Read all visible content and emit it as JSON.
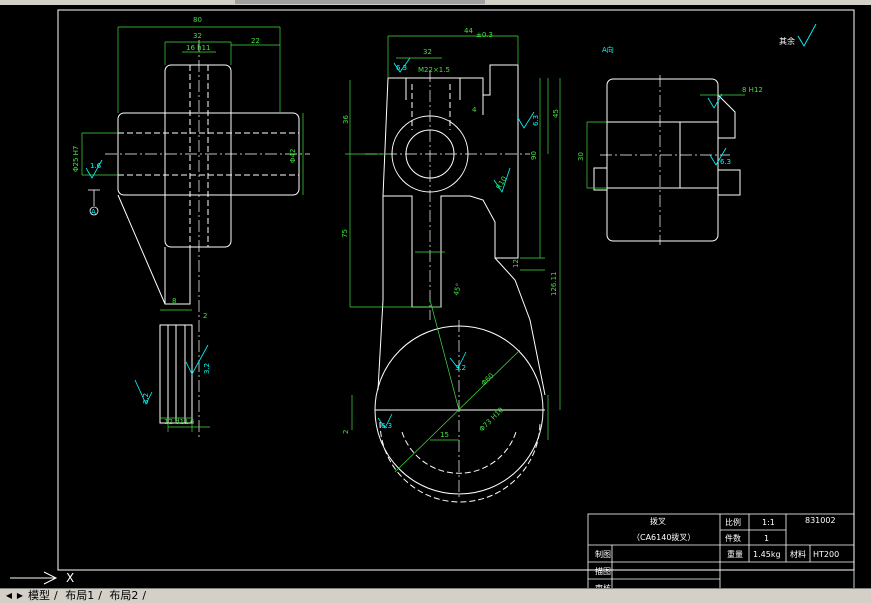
{
  "drawing": {
    "view_label": "A向",
    "roughness_other": "其余",
    "dims_left": {
      "overall_width": "80",
      "width_32": "32",
      "bore_16": "16 h11",
      "right_22": "22",
      "bore_25": "Φ25 H7",
      "ra_16": "1.6",
      "datum": "A",
      "dia_42": "Φ42",
      "gap_8": "8",
      "gap_2": "2",
      "ra_32a": "3.2",
      "ra_32b": "3.2",
      "slot_12": "12 d11",
      "slot_6": "6"
    },
    "dims_center": {
      "dim_44": "44",
      "tol_03": "±0.3",
      "dim_32": "32",
      "thread": "M22×1.5",
      "ra_63a": "6.3",
      "dim_4": "4",
      "ra_63b": "6.3",
      "dim_45": "45",
      "dim_36": "36",
      "dim_90": "90",
      "r10": "R10",
      "dim_75": "75",
      "dim_12": "12",
      "dim_126": "126.11",
      "angle_45": "45°",
      "ra_32": "3.2",
      "dia_60": "Φ60",
      "dia_73": "Φ73 H10",
      "dim_15": "15",
      "dim_2": "2",
      "ra_63c": "6.3"
    },
    "dims_right": {
      "slot_8": "8 H12",
      "dim_30": "30",
      "ra_63": "6.3"
    }
  },
  "title_block": {
    "part_name": "拨叉",
    "part_sub": "（CA6140拨叉）",
    "scale_label": "比例",
    "scale_value": "1:1",
    "drawing_no": "831002",
    "qty_label": "件数",
    "qty_value": "1",
    "designer_label": "制图",
    "weight_label": "重量",
    "weight_value": "1.45kg",
    "material_label": "材料",
    "material_value": "HT200",
    "drafter_label": "描图",
    "checker_label": "审核"
  },
  "ucs": {
    "x": "X"
  },
  "tabs": [
    "模型",
    "布局1",
    "布局2"
  ]
}
